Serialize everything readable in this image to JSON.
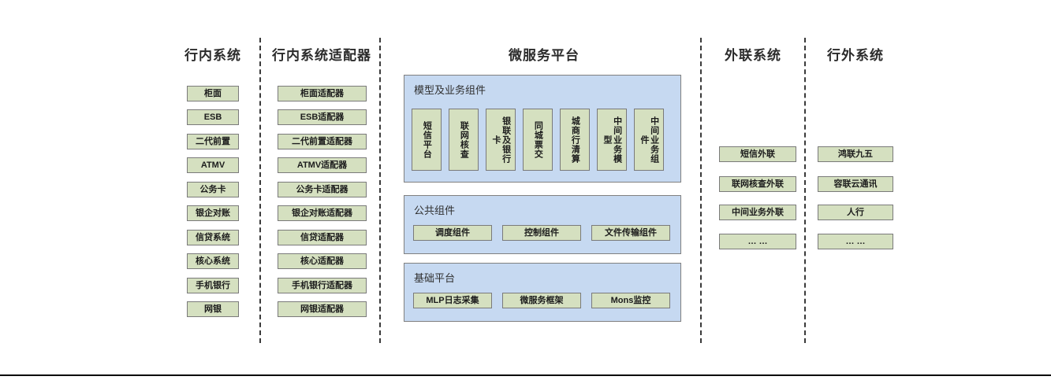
{
  "diagram": {
    "columns": [
      {
        "id": "in-bank-systems",
        "title": "行内系统",
        "items": [
          "柜面",
          "ESB",
          "二代前置",
          "ATMV",
          "公务卡",
          "银企对账",
          "信贷系统",
          "核心系统",
          "手机银行",
          "网银"
        ]
      },
      {
        "id": "in-bank-adapters",
        "title": "行内系统适配器",
        "items": [
          "柜面适配器",
          "ESB适配器",
          "二代前置适配器",
          "ATMV适配器",
          "公务卡适配器",
          "银企对账适配器",
          "信贷适配器",
          "核心适配器",
          "手机银行适配器",
          "网银适配器"
        ]
      },
      {
        "id": "microservice-platform",
        "title": "微服务平台",
        "groups": [
          {
            "id": "model-business-components",
            "label": "模型及业务组件",
            "items": [
              "短信平台",
              "联网核查",
              "银联及银行卡",
              "同城票交",
              "城商行清算",
              "中间业务模型",
              "中间业务组件"
            ]
          },
          {
            "id": "public-components",
            "label": "公共组件",
            "items": [
              "调度组件",
              "控制组件",
              "文件传输组件"
            ]
          },
          {
            "id": "base-platform",
            "label": "基础平台",
            "items": [
              "MLP日志采集",
              "微服务框架",
              "Mons监控"
            ]
          }
        ]
      },
      {
        "id": "external-link-systems",
        "title": "外联系统",
        "items": [
          "短信外联",
          "联网核查外联",
          "中间业务外联",
          "… …"
        ]
      },
      {
        "id": "off-bank-systems",
        "title": "行外系统",
        "items": [
          "鸿联九五",
          "容联云通讯",
          "人行",
          "… …"
        ]
      }
    ],
    "colors": {
      "leaf_fill": "#d5e0c0",
      "leaf_border": "#7a7a7a",
      "group_fill": "#c6d9f1",
      "group_border": "#808080",
      "divider": "#3a3a3a",
      "text": "#1c1c1c"
    }
  }
}
